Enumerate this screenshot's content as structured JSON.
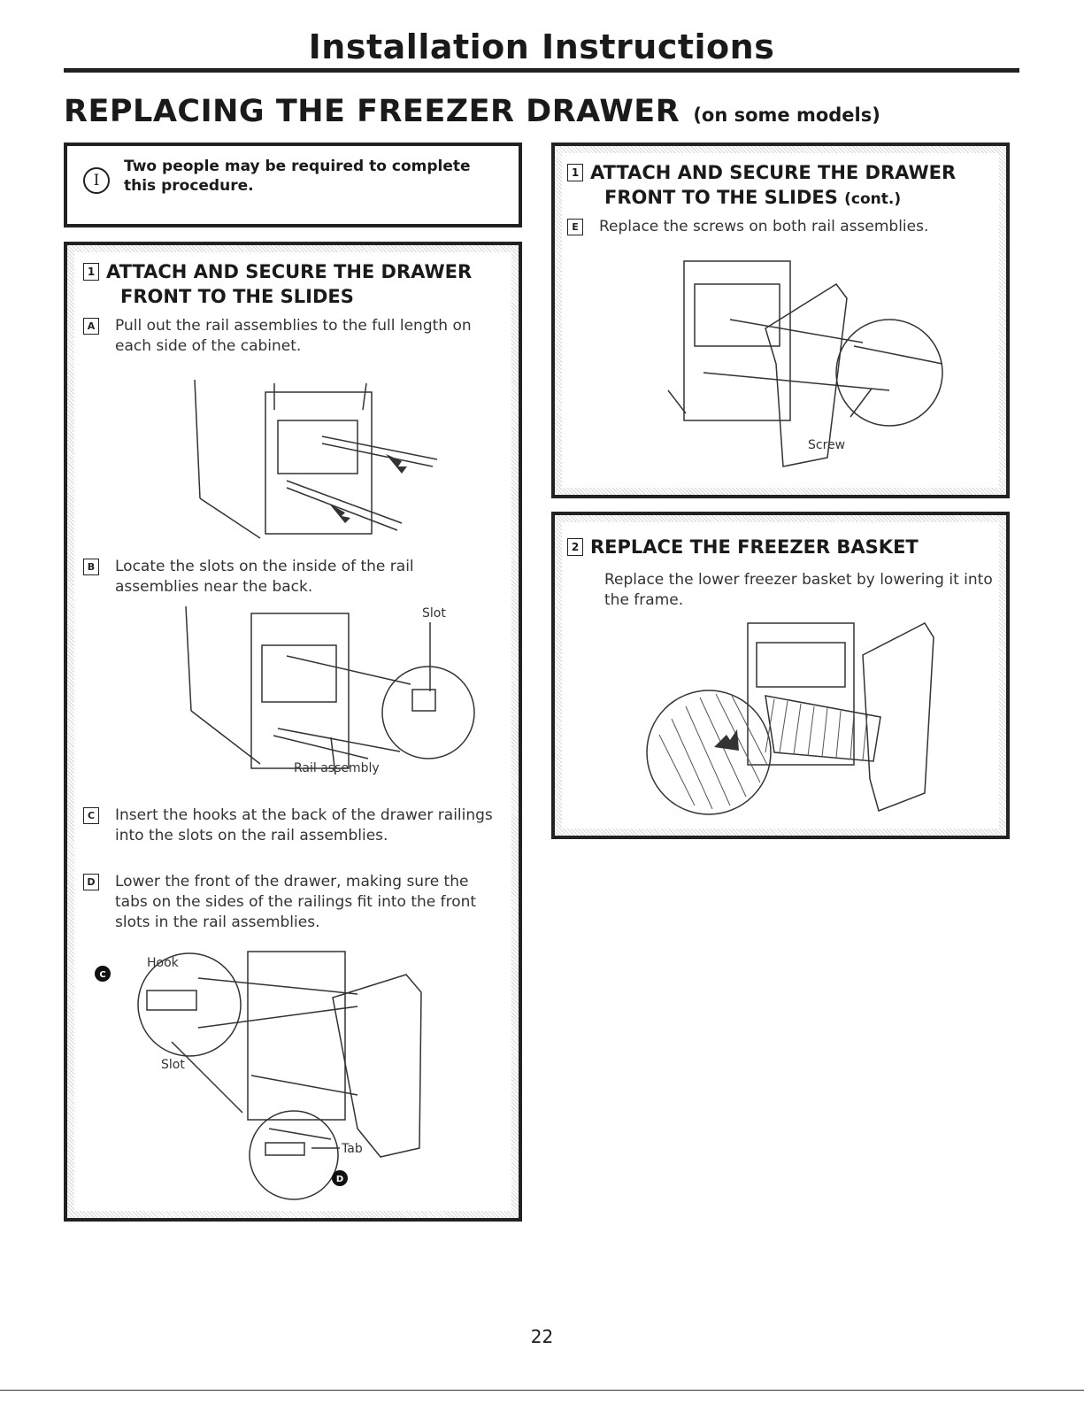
{
  "header": {
    "title": "Installation Instructions"
  },
  "section": {
    "title": "REPLACING THE FREEZER DRAWER",
    "subtitle": "(on some models)"
  },
  "note": {
    "icon": "info-icon",
    "symbol": "I",
    "text": "Two people may be required to complete this procedure."
  },
  "step1": {
    "number": "1",
    "title_line1": "ATTACH AND SECURE THE DRAWER",
    "title_line2": "FRONT TO THE SLIDES",
    "substeps": [
      {
        "letter": "A",
        "text": "Pull out the rail assemblies to the full length on each side of the cabinet."
      },
      {
        "letter": "B",
        "text": "Locate the slots on the inside of the rail assemblies near the back."
      },
      {
        "letter": "C",
        "text": "Insert the hooks at the back of the drawer railings into the slots on the rail assemblies."
      },
      {
        "letter": "D",
        "text": "Lower the front of the drawer, making sure the tabs on the sides of the railings fit into the front slots in the rail assemblies."
      }
    ],
    "labels": {
      "slot": "Slot",
      "rail_assembly": "Rail assembly",
      "hook": "Hook",
      "slot2": "Slot",
      "tab": "Tab",
      "callout_c": "C",
      "callout_d": "D"
    }
  },
  "step1cont": {
    "number": "1",
    "title_line1": "ATTACH AND SECURE THE DRAWER",
    "title_line2": "FRONT TO THE SLIDES",
    "cont": "(cont.)",
    "substep": {
      "letter": "E",
      "text": "Replace the screws on both rail assemblies."
    },
    "labels": {
      "screw": "Screw"
    }
  },
  "step2": {
    "number": "2",
    "title": "REPLACE THE FREEZER BASKET",
    "text": "Replace the lower freezer basket by lowering it into the frame."
  },
  "page_number": "22"
}
